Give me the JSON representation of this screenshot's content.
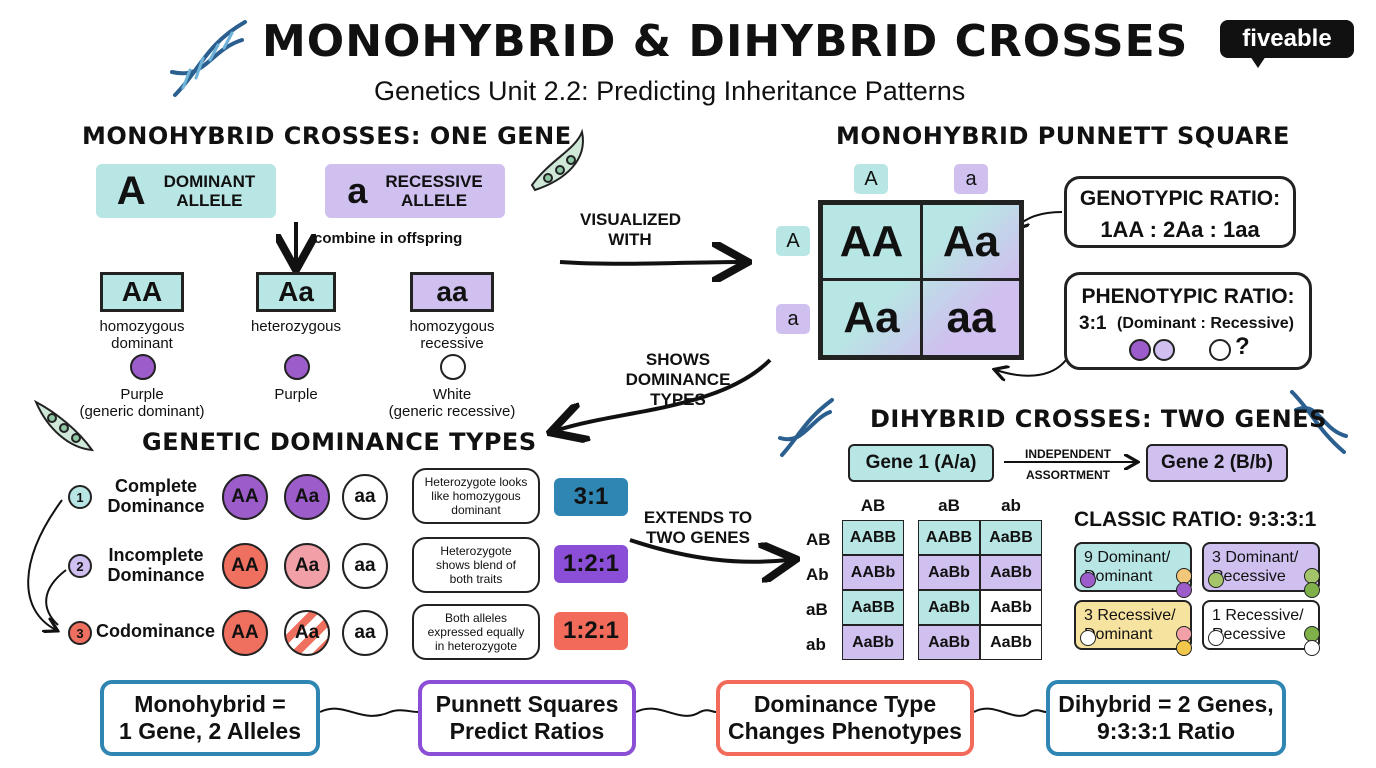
{
  "header": {
    "title": "MONOHYBRID & DIHYBRID CROSSES",
    "subtitle": "Genetics Unit 2.2: Predicting Inheritance Patterns",
    "logo": "fiveable"
  },
  "colors": {
    "teal": "#b8e6e4",
    "purple": "#cfc0ef",
    "purple_dot": "#9c5cc9",
    "red": "#f07060",
    "pink": "#f2a0a8",
    "blue": "#2f86b3",
    "ratio_purple": "#8a4fd6",
    "ratio_red": "#f26a5a"
  },
  "mono": {
    "heading": "MONOHYBRID CROSSES: ONE GENE",
    "dominant": {
      "letter": "A",
      "label": "DOMINANT\nALLELE"
    },
    "recessive": {
      "letter": "a",
      "label": "RECESSIVE\nALLELE"
    },
    "combine": "combine in offspring",
    "genotypes": [
      {
        "code": "AA",
        "type": "homozygous\ndominant",
        "color_name": "Purple\n(generic dominant)"
      },
      {
        "code": "Aa",
        "type": "heterozygous",
        "color_name": "Purple"
      },
      {
        "code": "aa",
        "type": "homozygous\nrecessive",
        "color_name": "White\n(generic recessive)"
      }
    ]
  },
  "arrows": {
    "visualized": "VISUALIZED\nWITH",
    "shows": "SHOWS\nDOMINANCE\nTYPES",
    "extends": "EXTENDS TO\nTWO GENES"
  },
  "punnett": {
    "heading": "MONOHYBRID PUNNETT SQUARE",
    "col_headers": [
      "A",
      "a"
    ],
    "row_headers": [
      "A",
      "a"
    ],
    "cells": [
      "AA",
      "Aa",
      "Aa",
      "aa"
    ],
    "genotypic": {
      "title": "GENOTYPIC RATIO:",
      "value": "1AA : 2Aa : 1aa"
    },
    "phenotypic": {
      "title": "PHENOTYPIC RATIO:",
      "value": "3:1",
      "note": "(Dominant : Recessive)",
      "question": "?"
    }
  },
  "dominance": {
    "heading": "GENETIC DOMINANCE TYPES",
    "rows": [
      {
        "num": "1",
        "name": "Complete\nDominance",
        "circles": [
          "AA",
          "Aa",
          "aa"
        ],
        "note": "Heterozygote looks\nlike homozygous\ndominant",
        "ratio": "3:1"
      },
      {
        "num": "2",
        "name": "Incomplete\nDominance",
        "circles": [
          "AA",
          "Aa",
          "aa"
        ],
        "note": "Heterozygote\nshows blend of\nboth traits",
        "ratio": "1:2:1"
      },
      {
        "num": "3",
        "name": "Codominance",
        "circles": [
          "AA",
          "Aa",
          "aa"
        ],
        "note": "Both alleles\nexpressed equally\nin heterozygote",
        "ratio": "1:2:1"
      }
    ]
  },
  "dihybrid": {
    "heading": "DIHYBRID CROSSES: TWO GENES",
    "gene1": "Gene 1 (A/a)",
    "gene2": "Gene 2 (B/b)",
    "independent": "INDEPENDENT\nASSORTMENT",
    "col_headers": [
      "AB",
      "aB",
      "ab"
    ],
    "row_headers": [
      "AB",
      "Ab",
      "aB",
      "ab"
    ],
    "grid": [
      [
        "AABB",
        "AABB",
        "AaBB"
      ],
      [
        "AABb",
        "AaBb",
        "AaBb"
      ],
      [
        "AaBB",
        "AaBb",
        "AaBb"
      ],
      [
        "AaBb",
        "AaBb",
        "AaBb"
      ]
    ],
    "classic_title": "CLASSIC RATIO: 9:3:3:1",
    "classes": [
      {
        "label": "9 Dominant/\nDominant"
      },
      {
        "label": "3 Dominant/\nRecessive"
      },
      {
        "label": "3 Recessive/\nDominant"
      },
      {
        "label": "1 Recessive/\nRecessive"
      }
    ]
  },
  "summary": [
    "Monohybrid =\n1 Gene, 2 Alleles",
    "Punnett Squares\nPredict Ratios",
    "Dominance Type\nChanges Phenotypes",
    "Dihybrid = 2 Genes,\n9:3:3:1 Ratio"
  ]
}
